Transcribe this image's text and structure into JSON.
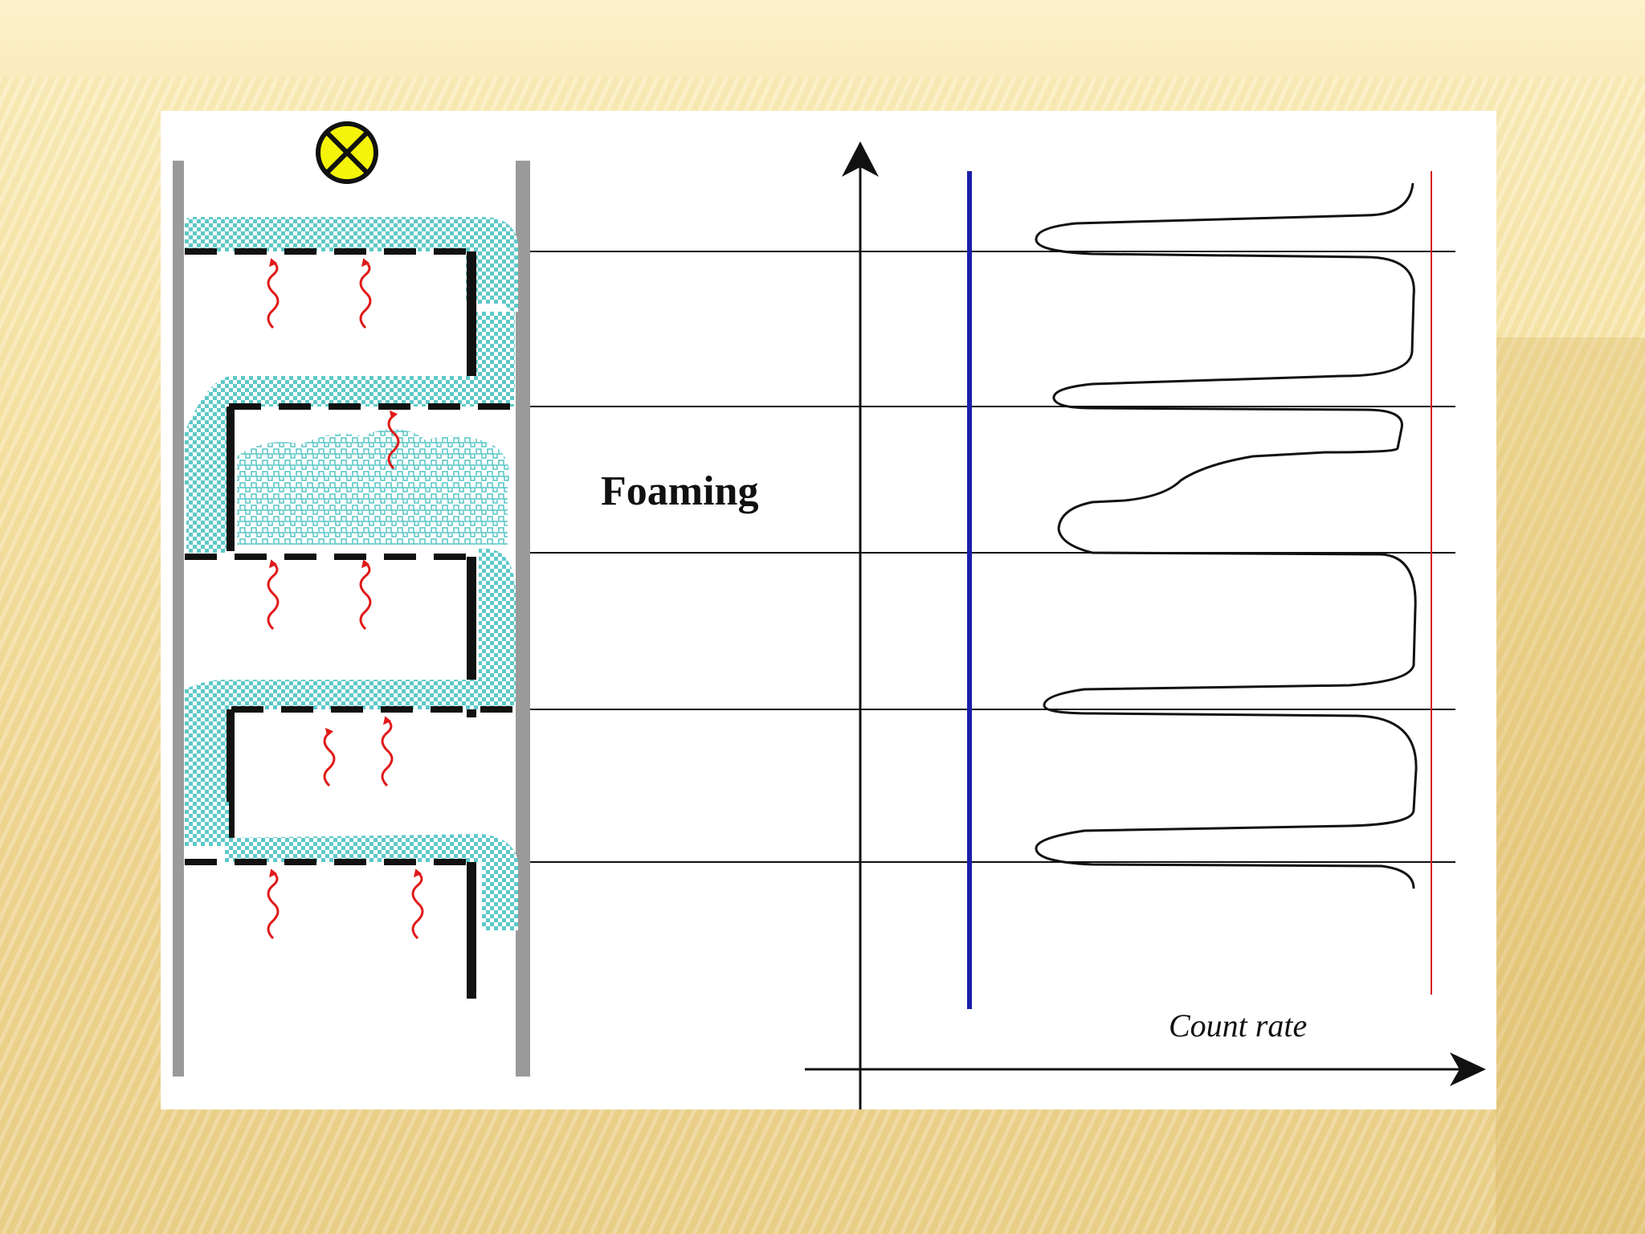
{
  "diagram": {
    "foaming_label": "Foaming",
    "x_axis_label": "Count rate",
    "source_icon": "radiation-source-x-circle-icon",
    "colors": {
      "background_gold": "#f3dc9c",
      "column_wall": "#9a9a9a",
      "liquid": "#5fc8c8",
      "heat_arrow": "#e01818",
      "reference_line_blue": "#1a1fa8",
      "reference_line_red": "#d21c1c",
      "source_yellow": "#f4f40a"
    },
    "tray_count": 5
  }
}
